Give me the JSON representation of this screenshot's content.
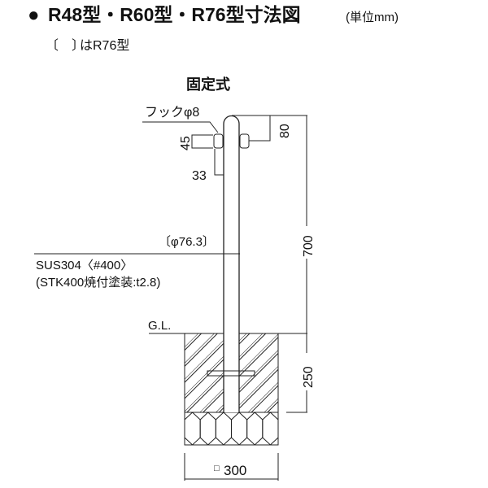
{
  "title": {
    "bullet": "●",
    "main": "R48型・R60型・R76型寸法図",
    "unit": "(単位mm)"
  },
  "note": {
    "brackets": "〔　〕",
    "text": "はR76型"
  },
  "drawing": {
    "heading": "固定式",
    "hook_label": "フックφ8",
    "dim_45": "45",
    "dim_33": "33",
    "dim_80": "80",
    "dim_700": "700",
    "dim_250": "250",
    "dim_300_symbol": "□",
    "dim_300": "300",
    "diameter_label": "〔φ76.3〕",
    "material_1": "SUS304〈#400〉",
    "material_2": "(STK400焼付塗装:t2.8)",
    "ground_label": "G.L."
  }
}
